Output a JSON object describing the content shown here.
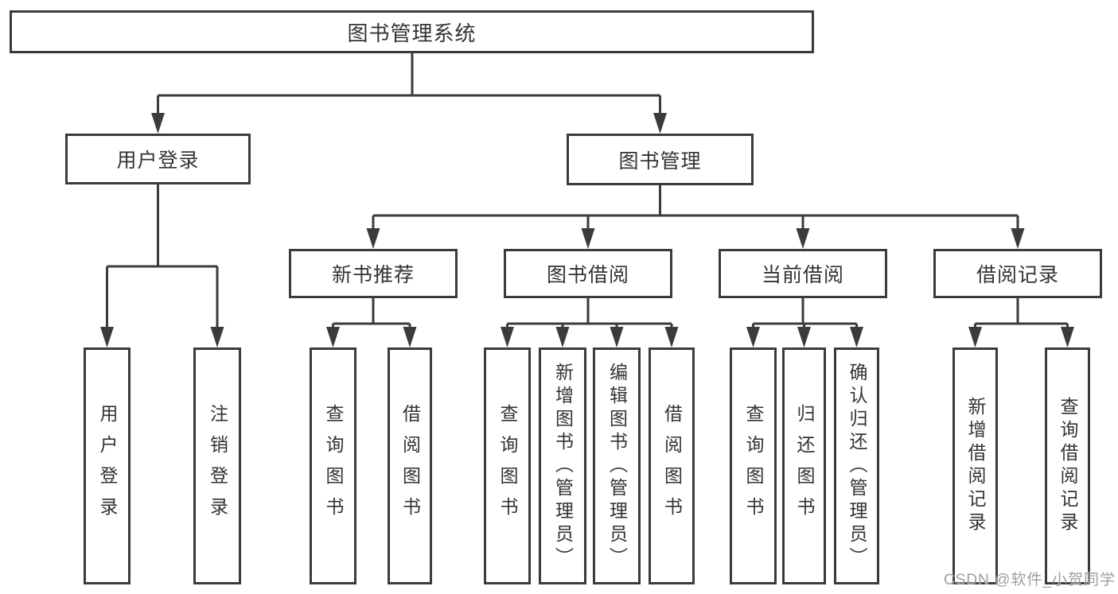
{
  "tree": {
    "label": "图书管理系统",
    "children": [
      {
        "label": "用户登录",
        "children": [
          {
            "label": "用户登录"
          },
          {
            "label": "注销登录"
          }
        ]
      },
      {
        "label": "图书管理",
        "children": [
          {
            "label": "新书推荐",
            "children": [
              {
                "label": "查询图书"
              },
              {
                "label": "借阅图书"
              }
            ]
          },
          {
            "label": "图书借阅",
            "children": [
              {
                "label": "查询图书"
              },
              {
                "label": "新增图书（管理员）"
              },
              {
                "label": "编辑图书（管理员）"
              },
              {
                "label": "借阅图书"
              }
            ]
          },
          {
            "label": "当前借阅",
            "children": [
              {
                "label": "查询图书"
              },
              {
                "label": "归还图书"
              },
              {
                "label": "确认归还（管理员）"
              }
            ]
          },
          {
            "label": "借阅记录",
            "children": [
              {
                "label": "新增借阅记录"
              },
              {
                "label": "查询借阅记录"
              }
            ]
          }
        ]
      }
    ]
  },
  "watermark": {
    "text": "CSDN @软件_小贺同学"
  },
  "colors": {
    "line": "#3b3b3b",
    "text": "#333333",
    "watermark": "#969696",
    "background": "#ffffff"
  }
}
